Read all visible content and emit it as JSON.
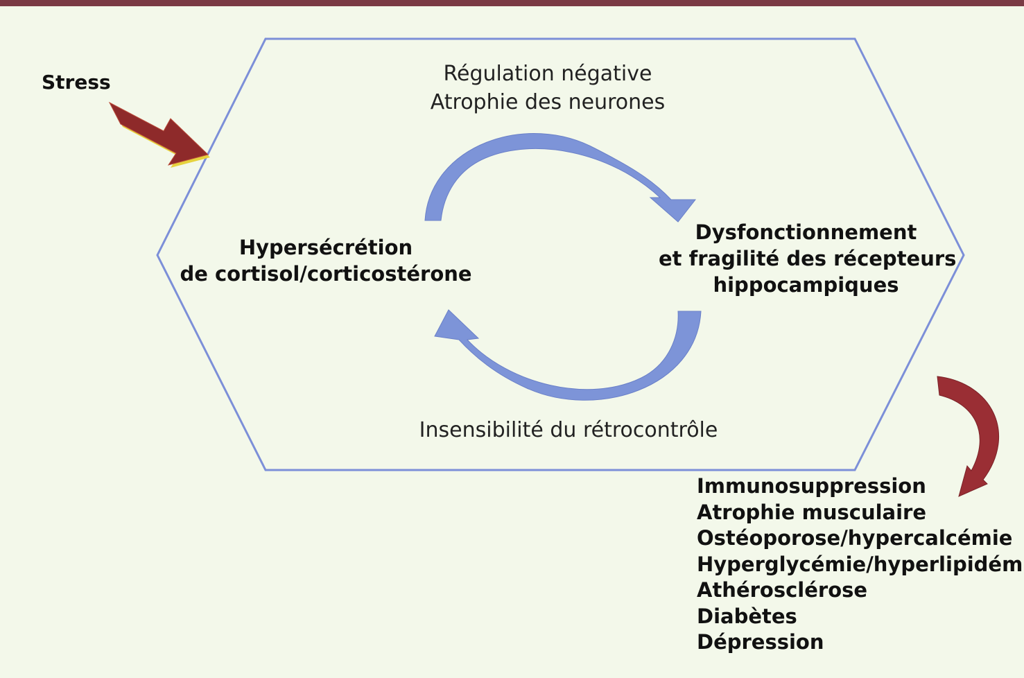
{
  "colors": {
    "background": "#f3f8ea",
    "top_rule": "#7a3a44",
    "hexagon_outline": "#7c8fd8",
    "cycle_arrow": "#7d94d8",
    "stress_arrow": "#8e2a2a",
    "stress_arrow_edge": "#e6d23e",
    "outcome_arrow": "#9a2e34"
  },
  "stress": {
    "label": "Stress",
    "icon": "right-down-arrow-icon"
  },
  "cycle": {
    "top_label": [
      "Régulation négative",
      "Atrophie des neurones"
    ],
    "left_node": [
      "Hypersécrétion",
      "de cortisol/corticostérone"
    ],
    "right_node": [
      "Dysfonctionnement",
      "et fragilité des récepteurs",
      "hippocampiques"
    ],
    "bottom_label": "Insensibilité du rétrocontrôle",
    "arrow_top_icon": "curved-arrow-clockwise-icon",
    "arrow_bottom_icon": "curved-arrow-clockwise-icon"
  },
  "consequences": {
    "icon": "curved-arrow-down-icon",
    "items": [
      "Immunosuppression",
      "Atrophie musculaire",
      "Ostéoporose/hypercalcémie",
      "Hyperglycémie/hyperlipidémie",
      "Athérosclérose",
      "Diabètes",
      "Dépression"
    ]
  }
}
